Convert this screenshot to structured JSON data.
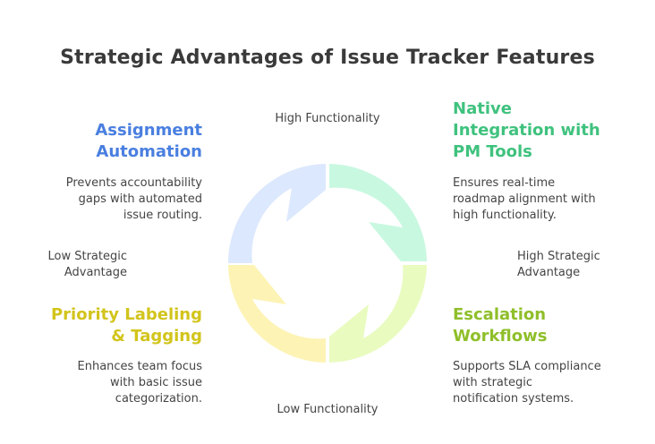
{
  "title": "Strategic Advantages of Issue Tracker Features",
  "axes": {
    "top": "High Functionality",
    "bottom": "Low Functionality",
    "left": [
      "Low Strategic",
      "Advantage"
    ],
    "right": [
      "High Strategic",
      "Advantage"
    ]
  },
  "quadrants": {
    "top_left": {
      "heading": [
        "Assignment",
        "Automation"
      ],
      "description": [
        "Prevents accountability",
        "gaps with automated",
        "issue routing."
      ],
      "color": "#4a7fe0",
      "fill": "#dce8fd"
    },
    "top_right": {
      "heading": [
        "Native",
        "Integration with",
        "PM Tools"
      ],
      "description": [
        "Ensures real-time",
        "roadmap alignment with",
        "high functionality."
      ],
      "color": "#3fc27e",
      "fill": "#c9f8e1"
    },
    "bottom_left": {
      "heading": [
        "Priority Labeling",
        "& Tagging"
      ],
      "description": [
        "Enhances team focus",
        "with basic issue",
        "categorization."
      ],
      "color": "#d2c41b",
      "fill": "#fdf3b5"
    },
    "bottom_right": {
      "heading": [
        "Escalation",
        "Workflows"
      ],
      "description": [
        "Supports SLA compliance",
        "with strategic",
        "notification systems."
      ],
      "color": "#8fbf2a",
      "fill": "#e9fbbf"
    }
  }
}
